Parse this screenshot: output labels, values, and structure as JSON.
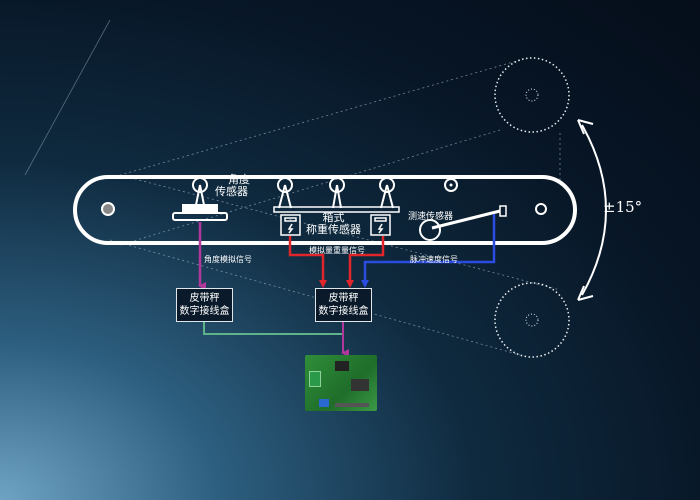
{
  "sensors": {
    "angle_sensor": "角度\n传感器",
    "angle_sensor_line1": "角度",
    "angle_sensor_line2": "传感器",
    "box_load_cell_line1": "箱式",
    "box_load_cell_line2": "称重传感器",
    "speed_sensor": "测速传感器"
  },
  "signals": {
    "angle_analog": "角度模拟信号",
    "weight_analog": "模拟量重量信号",
    "pulse_speed": "脉冲速度信号"
  },
  "junction_boxes": [
    {
      "line1": "皮带秤",
      "line2": "数字接线盒"
    },
    {
      "line1": "皮带秤",
      "line2": "数字接线盒"
    }
  ],
  "tilt_angle": "±15°",
  "colors": {
    "angle_signal": "#b0389a",
    "weight_signal": "#e0262a",
    "speed_signal": "#2a4de0",
    "link": "#5fb38a"
  }
}
